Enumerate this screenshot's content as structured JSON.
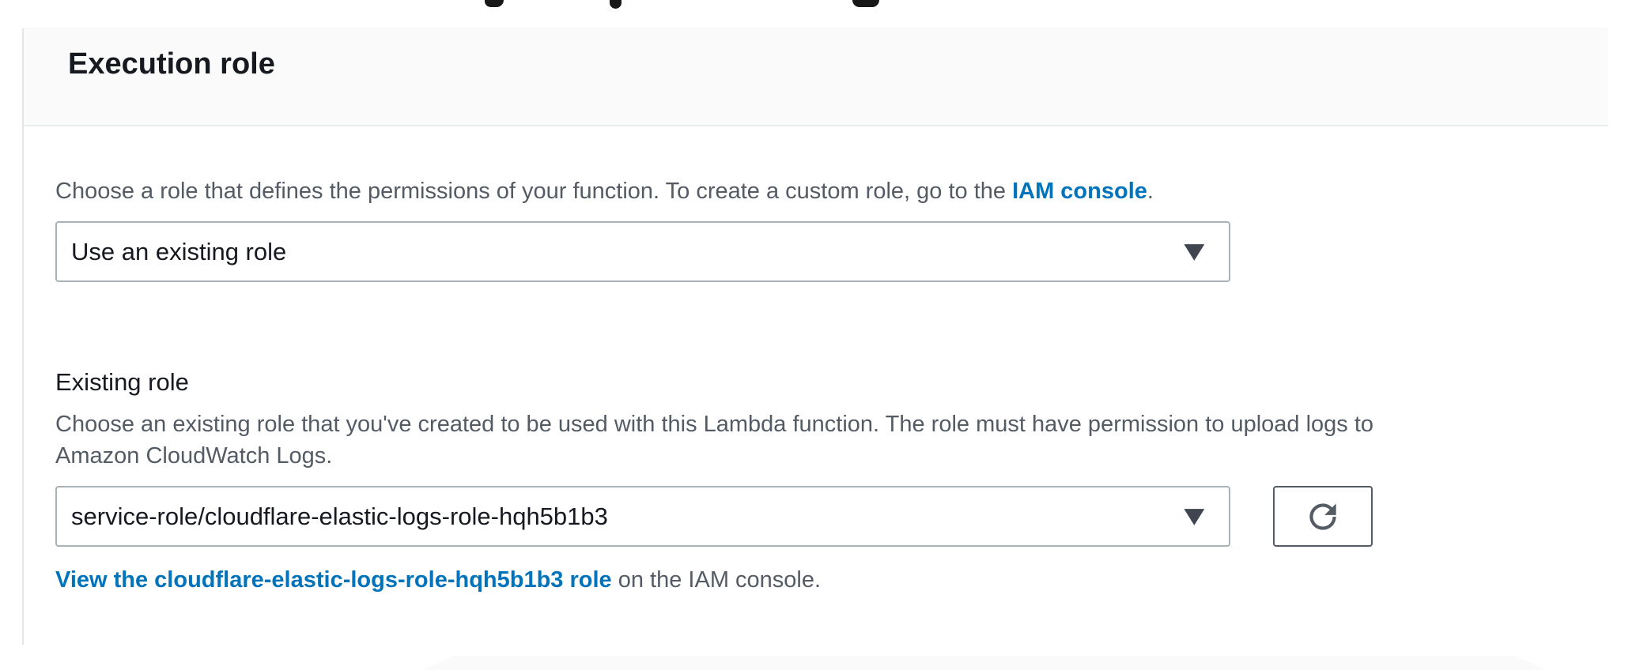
{
  "panel": {
    "title": "Execution role",
    "intro": {
      "text_before_link": "Choose a role that defines the permissions of your function. To create a custom role, go to the ",
      "link_label": "IAM console",
      "text_after_link": "."
    },
    "role_type_select": {
      "value": "Use an existing role"
    },
    "existing_role": {
      "label": "Existing role",
      "help_line_1": "Choose an existing role that you've created to be used with this Lambda function. The role must have permission to upload logs to",
      "help_line_2": "Amazon CloudWatch Logs.",
      "select_value": "service-role/cloudflare-elastic-logs-role-hqh5b1b3"
    },
    "view_role": {
      "link_label": "View the cloudflare-elastic-logs-role-hqh5b1b3 role",
      "text_after_link": " on the IAM console."
    }
  },
  "icons": {
    "dropdown_arrow": "▼",
    "refresh": "↻"
  },
  "colors": {
    "link": "#0073bb",
    "text_primary": "#16191f",
    "text_secondary": "#545b64",
    "header_bg": "#fafafa",
    "divider": "#eaeded",
    "input_border": "#a9b2b6",
    "button_border": "#545b64"
  }
}
